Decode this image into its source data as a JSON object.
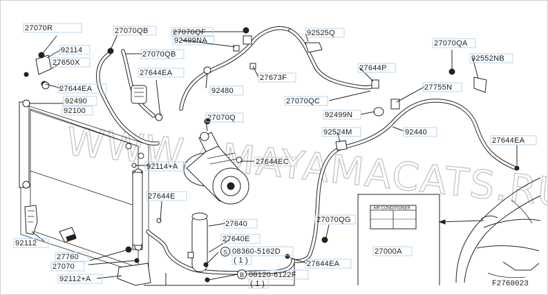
{
  "parts": [
    {
      "id": "p27070R",
      "text": "27070R"
    },
    {
      "id": "p92114",
      "text": "92114"
    },
    {
      "id": "p27650X",
      "text": "27650X"
    },
    {
      "id": "p27644EA_a",
      "text": "27644EA"
    },
    {
      "id": "p92490",
      "text": "92490"
    },
    {
      "id": "p92100",
      "text": "92100"
    },
    {
      "id": "p27070QB_a",
      "text": "27070QB"
    },
    {
      "id": "p27070QB_b",
      "text": "27070QB"
    },
    {
      "id": "p27644EA_b",
      "text": "27644EA"
    },
    {
      "id": "p27070QF",
      "text": "27070QF"
    },
    {
      "id": "p92499NA",
      "text": "92499NA"
    },
    {
      "id": "p92525Q",
      "text": "92525Q"
    },
    {
      "id": "p27673F",
      "text": "27673F"
    },
    {
      "id": "p92480",
      "text": "92480"
    },
    {
      "id": "p27070Q",
      "text": "27070Q"
    },
    {
      "id": "p27644P",
      "text": "27644P"
    },
    {
      "id": "p27070QC",
      "text": "27070QC"
    },
    {
      "id": "p92499N",
      "text": "92499N"
    },
    {
      "id": "p27070QA",
      "text": "27070QA"
    },
    {
      "id": "p92552NB",
      "text": "92552NB"
    },
    {
      "id": "p27755N",
      "text": "27755N"
    },
    {
      "id": "p92524M",
      "text": "92524M"
    },
    {
      "id": "p92440",
      "text": "92440"
    },
    {
      "id": "p27644EA_c",
      "text": "27644EA"
    },
    {
      "id": "p27644EC",
      "text": "27644EC"
    },
    {
      "id": "p92114A",
      "text": "92114+A"
    },
    {
      "id": "p27644E",
      "text": "27644E"
    },
    {
      "id": "p27640",
      "text": "27640"
    },
    {
      "id": "p27640E",
      "text": "27640E"
    },
    {
      "id": "p08360",
      "text": "08360-5162D"
    },
    {
      "id": "pq1",
      "text": "( 1 )"
    },
    {
      "id": "p08120",
      "text": "08120-6122F"
    },
    {
      "id": "pq2",
      "text": "( 1 )"
    },
    {
      "id": "p27070QG",
      "text": "27070QG"
    },
    {
      "id": "p27644EA_d",
      "text": "27644EA"
    },
    {
      "id": "p27000A",
      "text": "27000A"
    },
    {
      "id": "p92112",
      "text": "92112"
    },
    {
      "id": "p27760",
      "text": "27760"
    },
    {
      "id": "p27070",
      "text": "27070"
    },
    {
      "id": "p92112A",
      "text": "92112+A"
    }
  ],
  "markers": {
    "s": "S",
    "b": "B"
  },
  "inset_label": "AIR CONDITIONER",
  "diagram_code": "F2760023",
  "watermark": "WWW.AMAYAMACATS.RU"
}
